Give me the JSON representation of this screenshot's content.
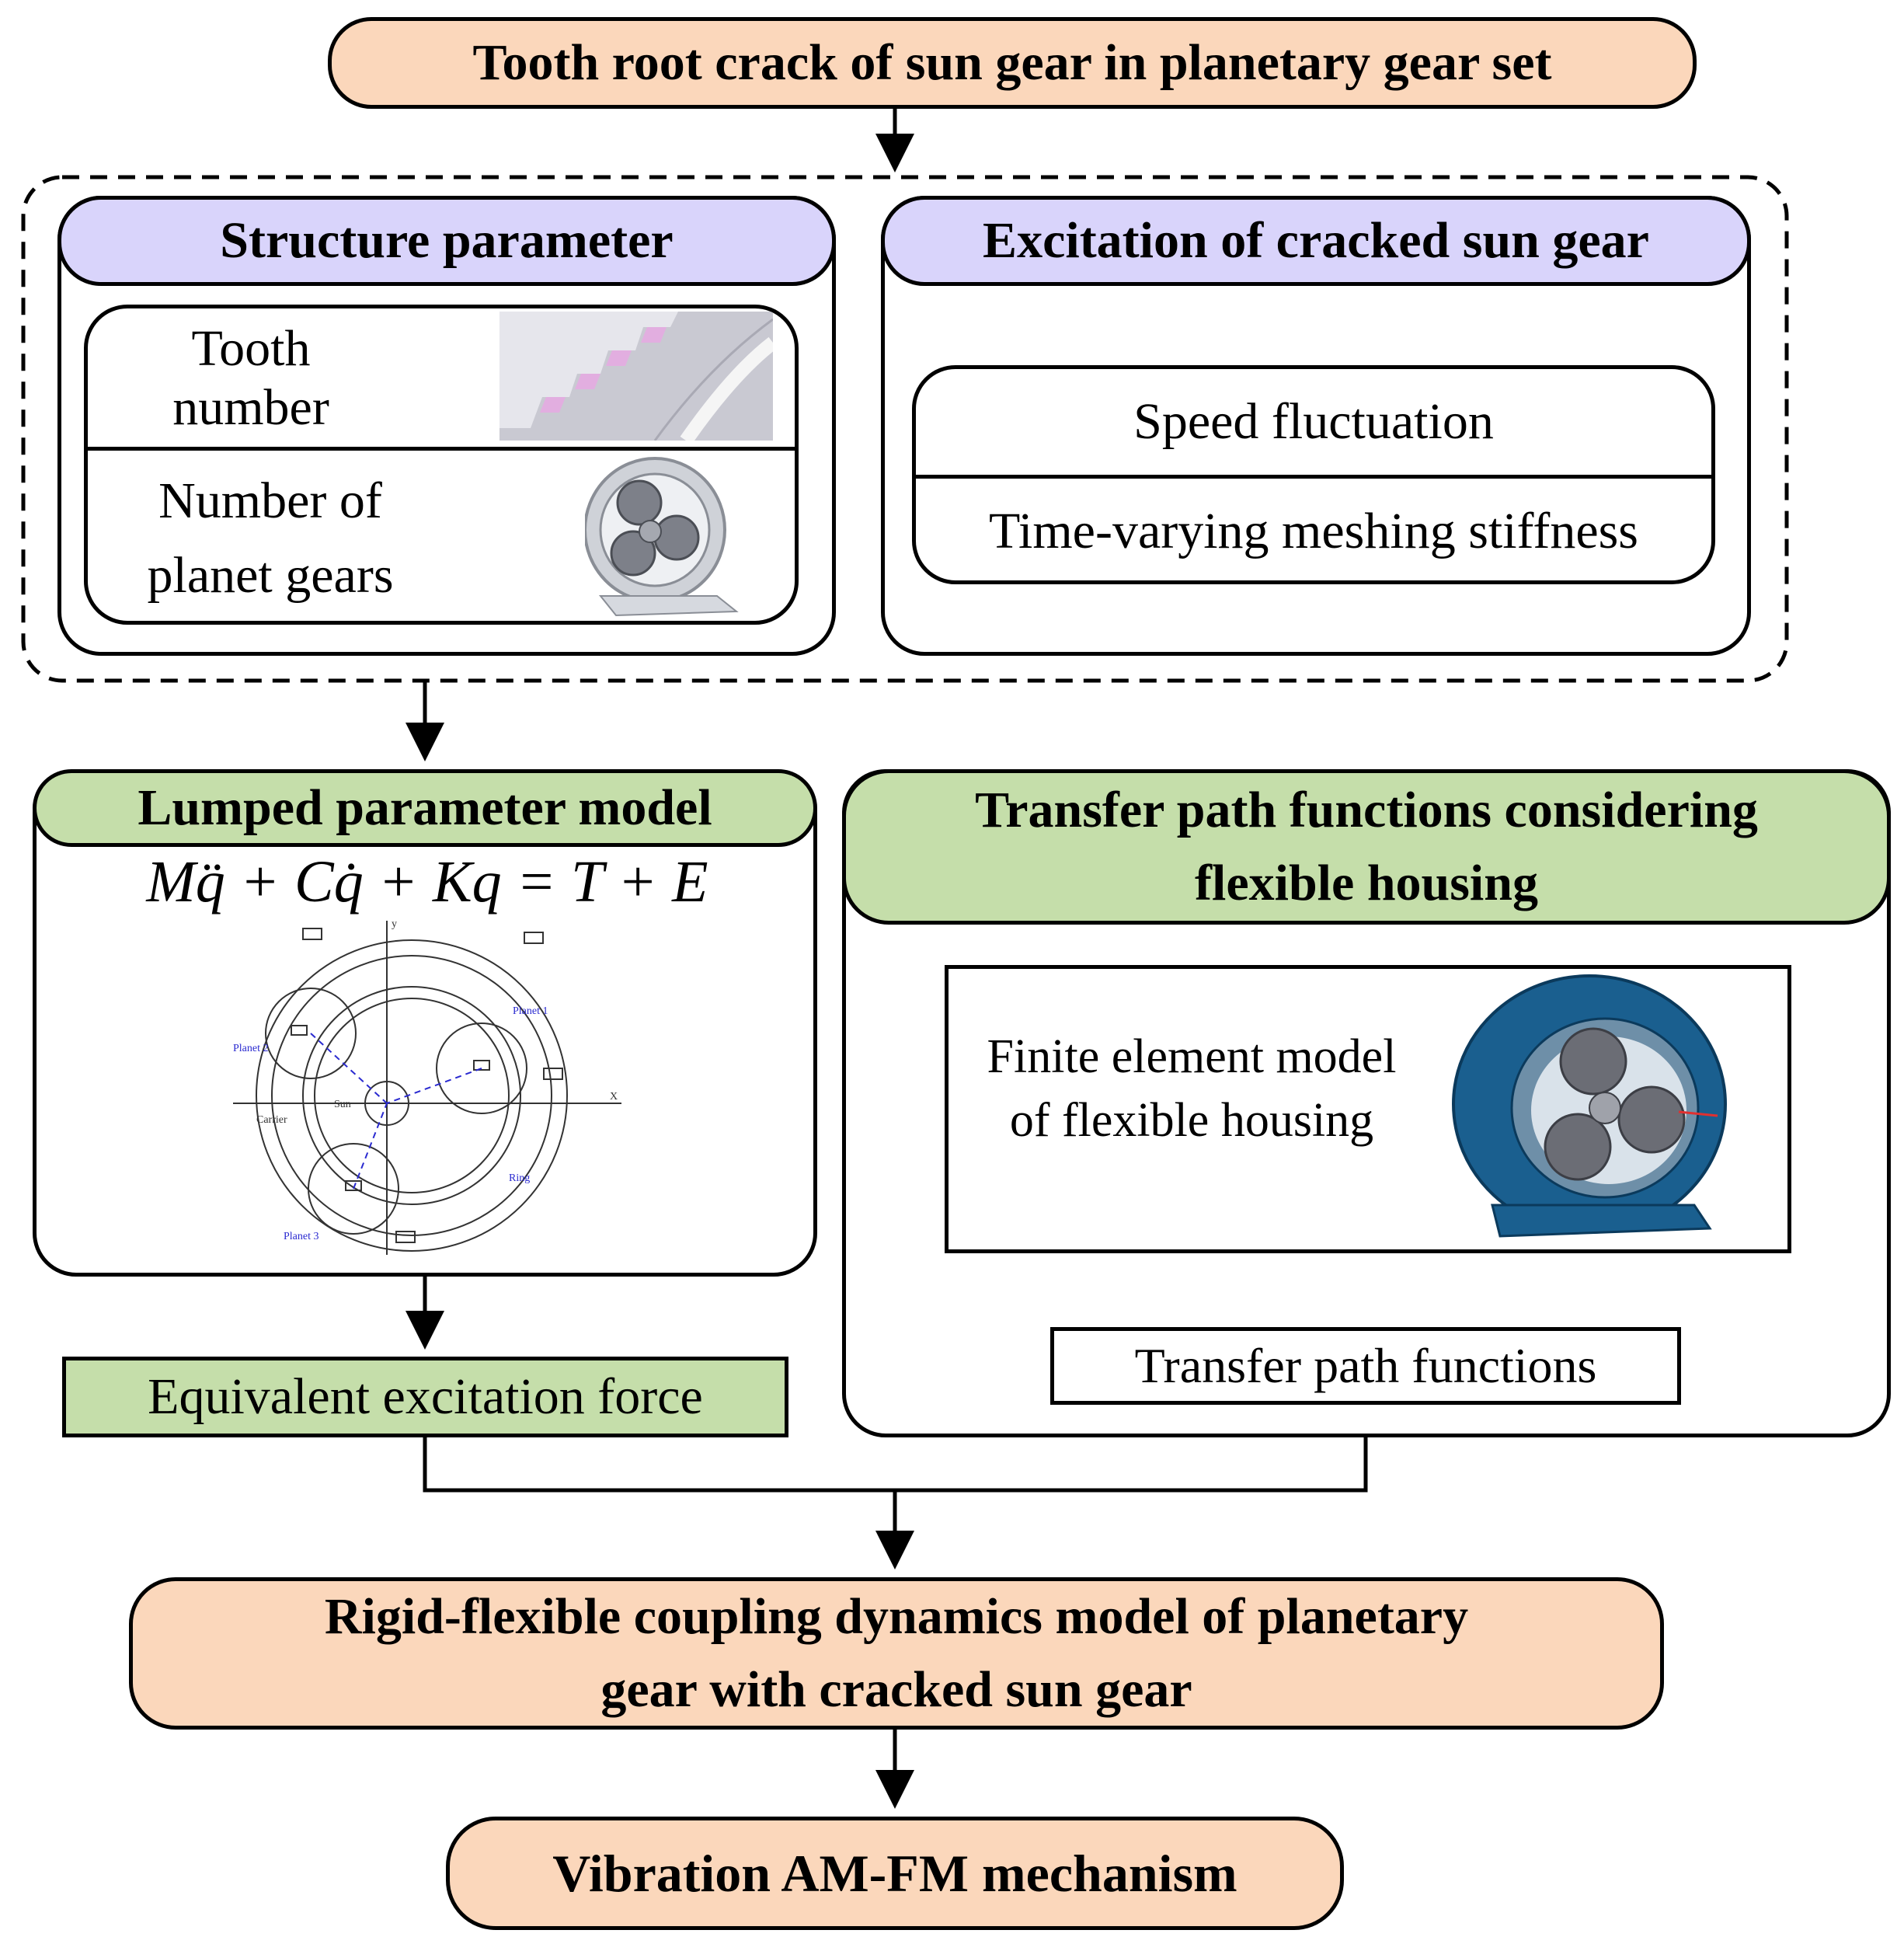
{
  "top_box": "Tooth root crack of sun gear in planetary gear set",
  "structure": {
    "title": "Structure parameter",
    "item1": "Tooth number",
    "item2_line1": "Number of",
    "item2_line2": "planet gears"
  },
  "excitation": {
    "title": "Excitation of cracked sun gear",
    "item1": "Speed fluctuation",
    "item2": "Time-varying meshing stiffness"
  },
  "lumped": {
    "title": "Lumped parameter model",
    "equation": "Mq̈ + Cq̇ + Kq = T + E",
    "labels": {
      "planet1": "Planet 1",
      "planet2": "Planet 2",
      "planet3": "Planet 3",
      "sun": "Sun",
      "carrier": "Carrier",
      "ring": "Ring",
      "x": "X",
      "y": "y"
    }
  },
  "equivalent": "Equivalent excitation force",
  "transfer": {
    "title_line1": "Transfer path functions considering",
    "title_line2": "flexible housing",
    "fe_line1": "Finite element model",
    "fe_line2": "of flexible  housing",
    "tpf": "Transfer path functions"
  },
  "rigid_flex": {
    "line1": "Rigid-flexible coupling dynamics model of planetary",
    "line2": "gear with cracked sun gear"
  },
  "vibration": "Vibration AM-FM mechanism",
  "colors": {
    "peach": "#fbd7bb",
    "lavender": "#d9d4fb",
    "green": "#c5deaa",
    "housing_blue": "#1a5f8f"
  }
}
